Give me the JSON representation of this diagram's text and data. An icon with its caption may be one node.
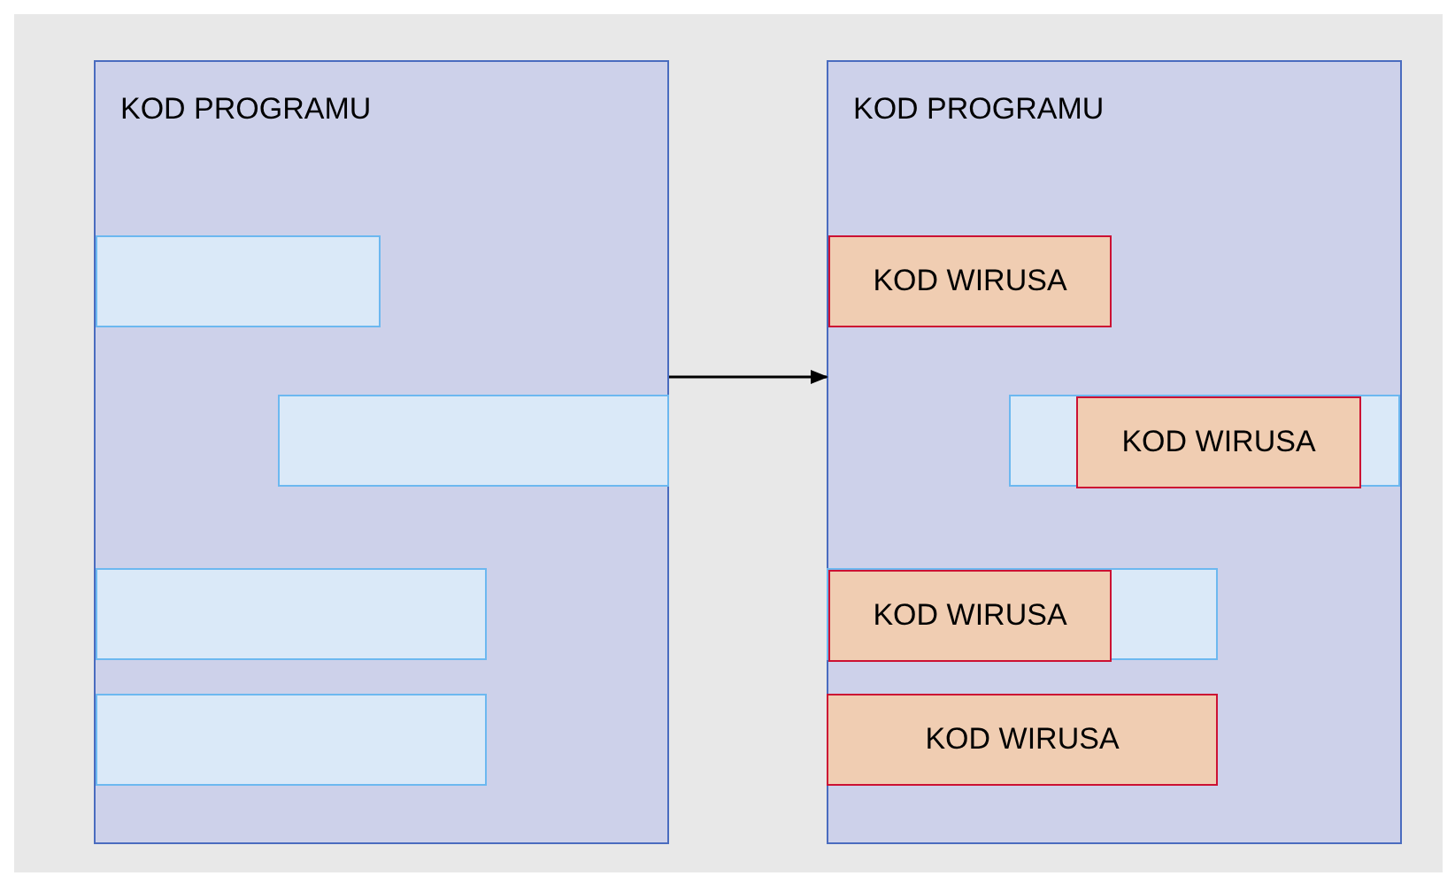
{
  "diagram": {
    "nodes": [
      {
        "text": [
          "KOD PROGRAMU"
        ]
      },
      {
        "text": [],
        "shape": "box",
        "in": 0
      },
      {
        "text": [],
        "shape": "box",
        "in": 0
      },
      {
        "text": [],
        "shape": "box",
        "in": 0
      },
      {
        "text": [],
        "shape": "box",
        "in": 0
      },
      {
        "text": [
          "KOD PROGRAMU"
        ]
      },
      {
        "text": [
          "KOD WIRUSA"
        ],
        "in": 5
      },
      {
        "text": [],
        "shape": "box",
        "in": 5
      },
      {
        "text": [
          "KOD WIRUSA"
        ],
        "in": 7
      },
      {
        "text": [],
        "shape": "box",
        "in": 5
      },
      {
        "text": [
          "KOD WIRUSA"
        ],
        "in": 9
      },
      {
        "text": [
          "KOD WIRUSA"
        ],
        "in": 5
      }
    ],
    "edges": [
      {
        "from": 0,
        "to": 5,
        "arrow": "to"
      }
    ]
  }
}
